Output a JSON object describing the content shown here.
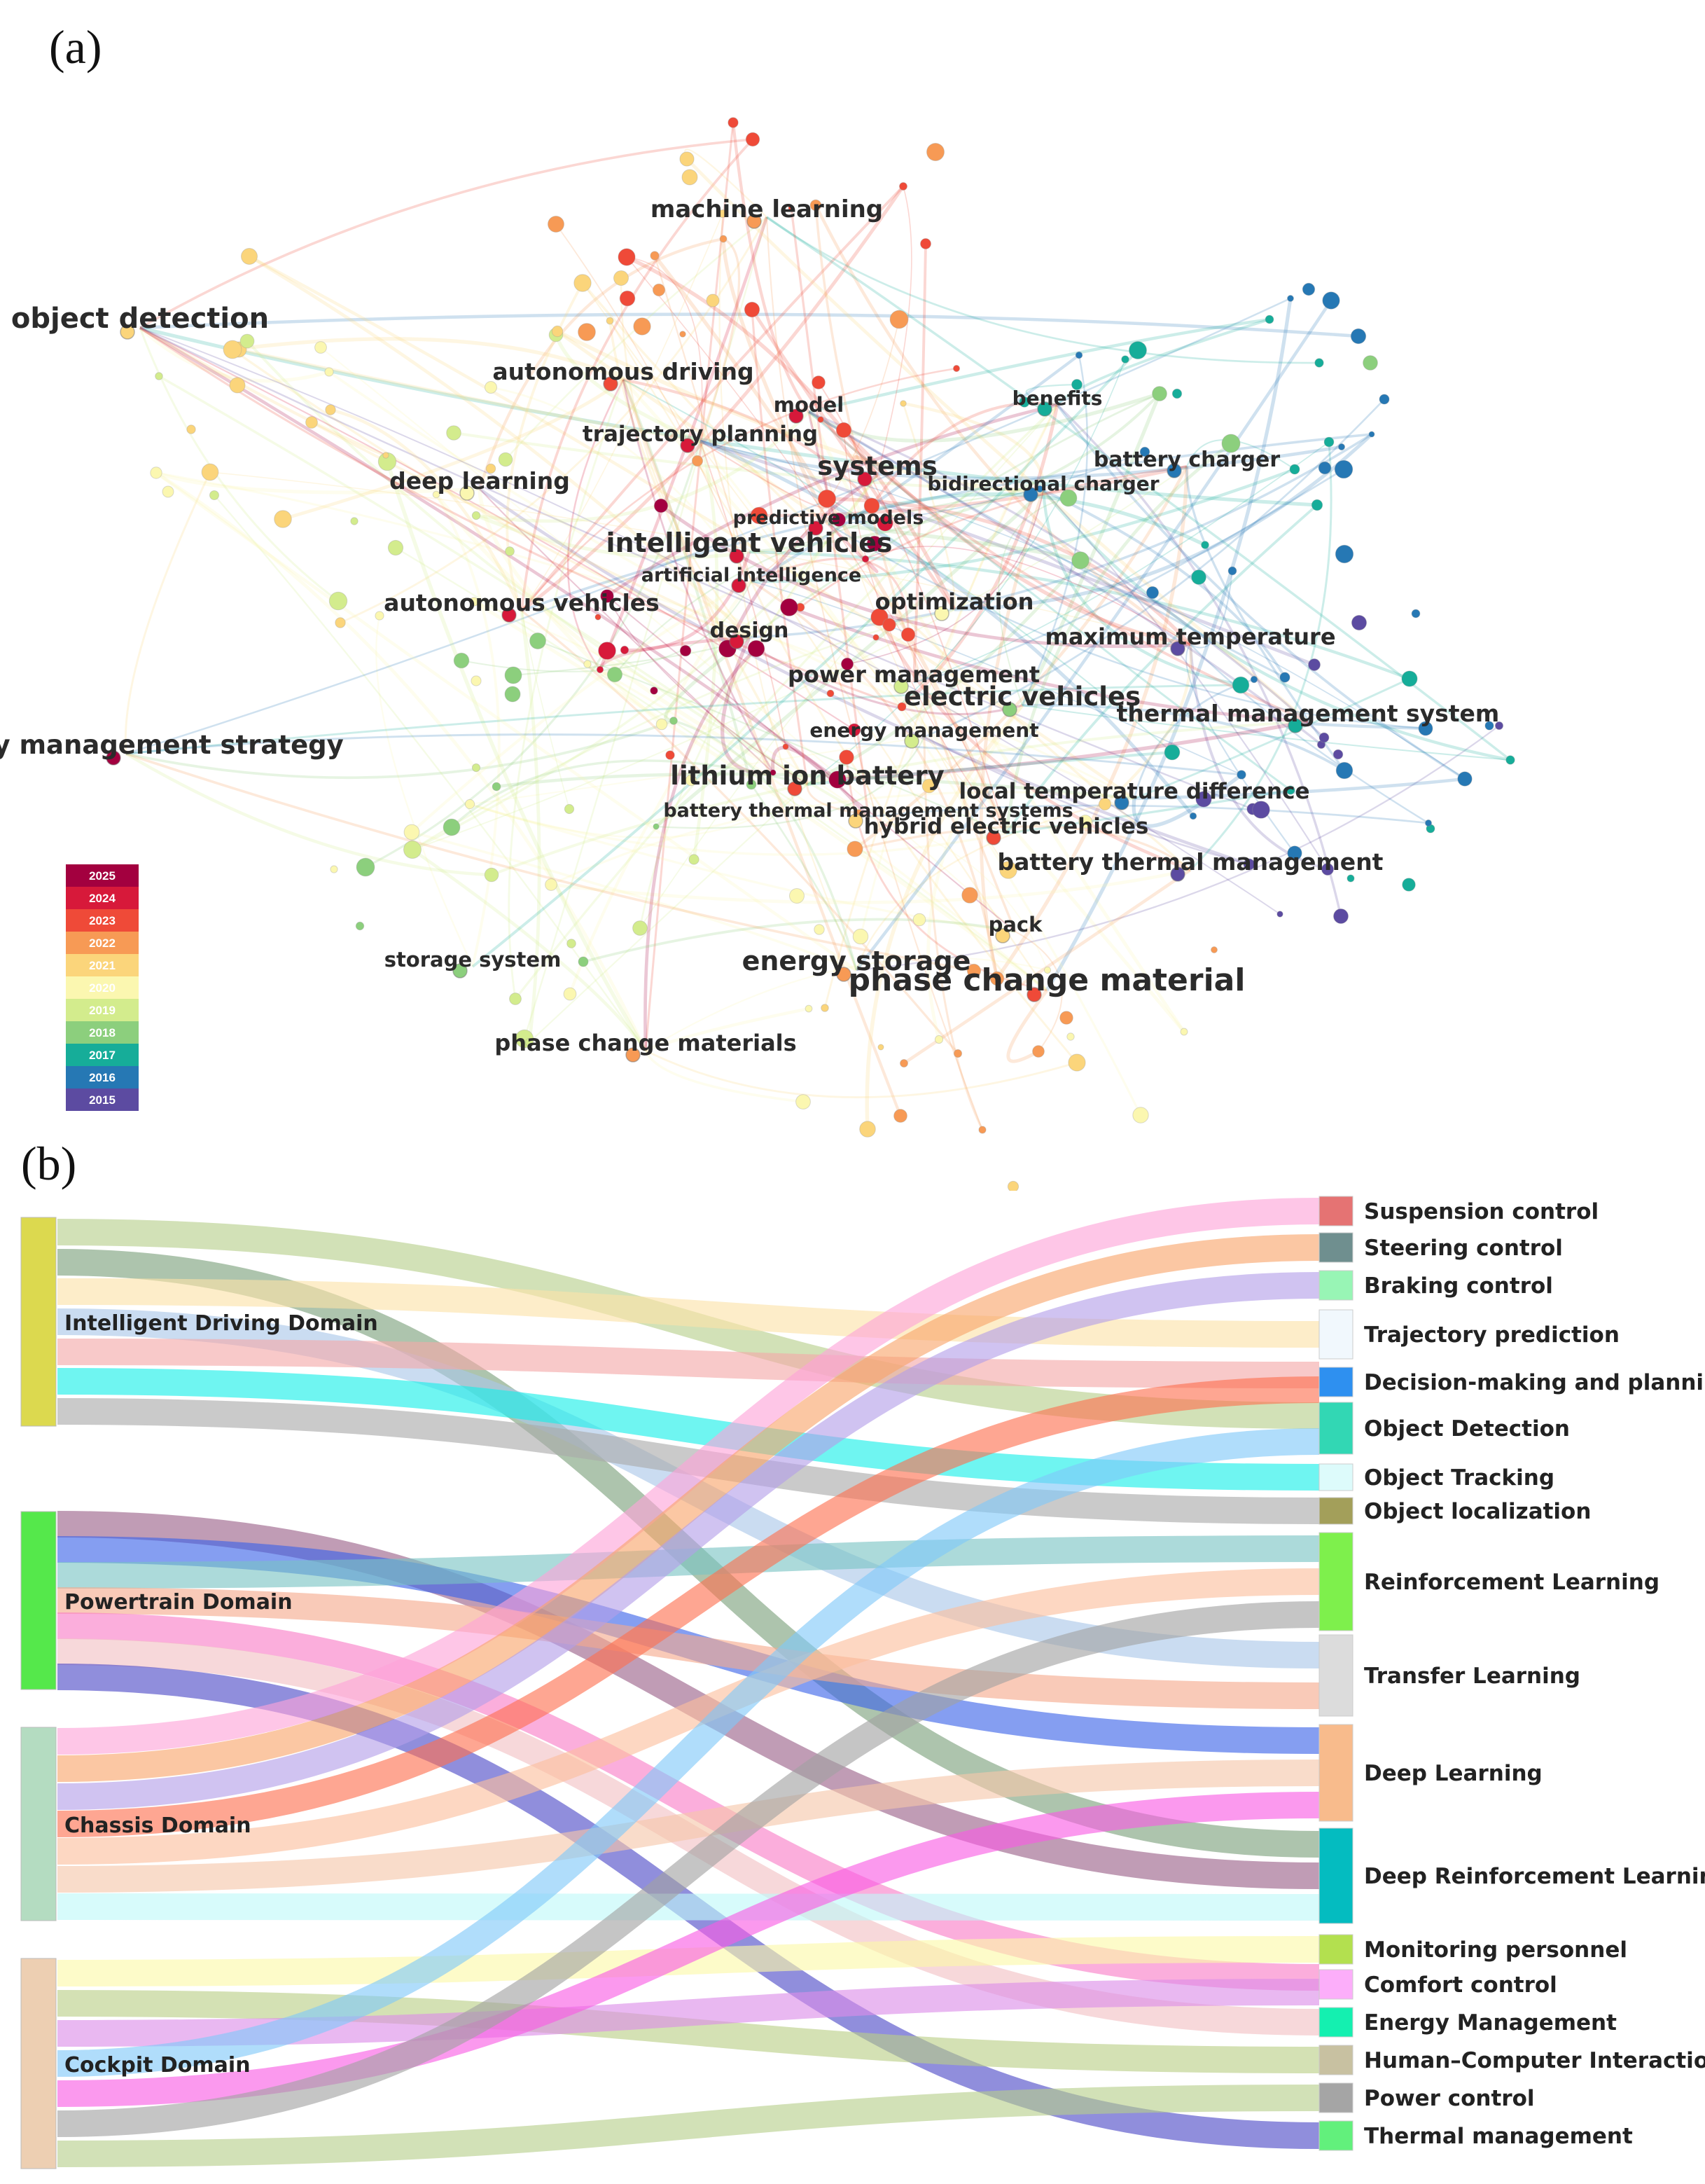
{
  "panel_a": {
    "label": "(a)",
    "keywords": [
      {
        "text": "object detection",
        "size": 40
      },
      {
        "text": "machine learning",
        "size": 34
      },
      {
        "text": "autonomous driving",
        "size": 33
      },
      {
        "text": "model",
        "size": 29
      },
      {
        "text": "benefits",
        "size": 28
      },
      {
        "text": "trajectory planning",
        "size": 31
      },
      {
        "text": "systems",
        "size": 37
      },
      {
        "text": "battery charger",
        "size": 30
      },
      {
        "text": "bidirectional charger",
        "size": 28
      },
      {
        "text": "deep learning",
        "size": 33
      },
      {
        "text": "predictive models",
        "size": 27
      },
      {
        "text": "intelligent vehicles",
        "size": 38
      },
      {
        "text": "artificial intelligence",
        "size": 27
      },
      {
        "text": "autonomous vehicles",
        "size": 33
      },
      {
        "text": "optimization",
        "size": 32
      },
      {
        "text": "design",
        "size": 30
      },
      {
        "text": "maximum temperature",
        "size": 32
      },
      {
        "text": "power management",
        "size": 32
      },
      {
        "text": "electric vehicles",
        "size": 37
      },
      {
        "text": "thermal management system",
        "size": 33
      },
      {
        "text": "energy management strategy",
        "size": 37
      },
      {
        "text": "energy management",
        "size": 28
      },
      {
        "text": "lithium ion battery",
        "size": 37
      },
      {
        "text": "battery thermal management systems",
        "size": 27
      },
      {
        "text": "local temperature difference",
        "size": 31
      },
      {
        "text": "hybrid electric vehicles",
        "size": 31
      },
      {
        "text": "battery thermal management",
        "size": 33
      },
      {
        "text": "pack",
        "size": 29
      },
      {
        "text": "storage system",
        "size": 29
      },
      {
        "text": "energy storage",
        "size": 38
      },
      {
        "text": "phase change material",
        "size": 44
      },
      {
        "text": "phase change materials",
        "size": 32
      }
    ],
    "legend": [
      {
        "year": "2025",
        "color": "#a3003f"
      },
      {
        "year": "2024",
        "color": "#d7193a"
      },
      {
        "year": "2023",
        "color": "#ef4a38"
      },
      {
        "year": "2022",
        "color": "#f79a55"
      },
      {
        "year": "2021",
        "color": "#fbd57b"
      },
      {
        "year": "2020",
        "color": "#fbf7b0"
      },
      {
        "year": "2019",
        "color": "#d3ec8d"
      },
      {
        "year": "2018",
        "color": "#8ccf7d"
      },
      {
        "year": "2017",
        "color": "#16ad99"
      },
      {
        "year": "2016",
        "color": "#2678b4"
      },
      {
        "year": "2015",
        "color": "#5c4ba1"
      }
    ]
  },
  "panel_b": {
    "label": "(b)",
    "sources": [
      {
        "name": "Intelligent Driving Domain",
        "color": "#dcd94f"
      },
      {
        "name": "Powertrain Domain",
        "color": "#55e84b"
      },
      {
        "name": "Chassis Domain",
        "color": "#b4dcc1"
      },
      {
        "name": "Cockpit Domain",
        "color": "#edcfb2"
      }
    ],
    "targets": [
      {
        "name": "Suspension control",
        "color": "#e57373"
      },
      {
        "name": "Steering control",
        "color": "#6f8f8f"
      },
      {
        "name": "Braking control",
        "color": "#98f5b5"
      },
      {
        "name": "Trajectory prediction",
        "color": "#f1f8fd"
      },
      {
        "name": "Decision-making and planning",
        "color": "#2e90f0"
      },
      {
        "name": "Object Detection",
        "color": "#32d7b4"
      },
      {
        "name": "Object Tracking",
        "color": "#ddfbfb"
      },
      {
        "name": "Object localization",
        "color": "#a39f5a"
      },
      {
        "name": "Reinforcement Learning",
        "color": "#7ef04c"
      },
      {
        "name": "Transfer Learning",
        "color": "#dcdcdc"
      },
      {
        "name": "Deep Learning",
        "color": "#f8bb8c"
      },
      {
        "name": "Deep Reinforcement Learning",
        "color": "#04bcc0"
      },
      {
        "name": "Monitoring personnel",
        "color": "#b3e04f"
      },
      {
        "name": "Comfort control",
        "color": "#fcaefa"
      },
      {
        "name": "Energy Management",
        "color": "#14f0b0"
      },
      {
        "name": "Human–Computer Interaction",
        "color": "#c8c1a1"
      },
      {
        "name": "Power control",
        "color": "#a5a5a5"
      },
      {
        "name": "Thermal management",
        "color": "#62f07c"
      }
    ]
  }
}
